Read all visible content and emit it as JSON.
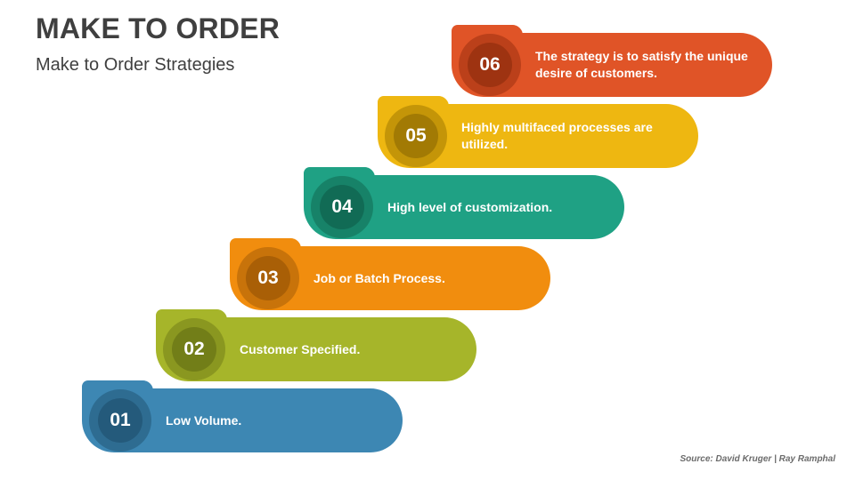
{
  "title": "MAKE TO ORDER",
  "subtitle": "Make to Order Strategies",
  "source": "Source: David Kruger | Ray Ramphal",
  "steps": [
    {
      "number": "01",
      "text": "Low Volume.",
      "color": "#3d87b3",
      "circle_outer": "#2e6c91",
      "circle_inner": "#245a7b"
    },
    {
      "number": "02",
      "text": "Customer Specified.",
      "color": "#a6b52a",
      "circle_outer": "#8a9720",
      "circle_inner": "#727e18"
    },
    {
      "number": "03",
      "text": "Job or Batch Process.",
      "color": "#f18d0e",
      "circle_outer": "#c8730a",
      "circle_inner": "#a95f06"
    },
    {
      "number": "04",
      "text": "High level of customization.",
      "color": "#1fa184",
      "circle_outer": "#178268",
      "circle_inner": "#116b55"
    },
    {
      "number": "05",
      "text": "Highly multifaced processes are utilized.",
      "color": "#eeb711",
      "circle_outer": "#c49508",
      "circle_inner": "#a27a04"
    },
    {
      "number": "06",
      "text": "The strategy is to satisfy the unique desire of customers.",
      "color": "#e05427",
      "circle_outer": "#bb401a",
      "circle_inner": "#9e3311"
    }
  ]
}
